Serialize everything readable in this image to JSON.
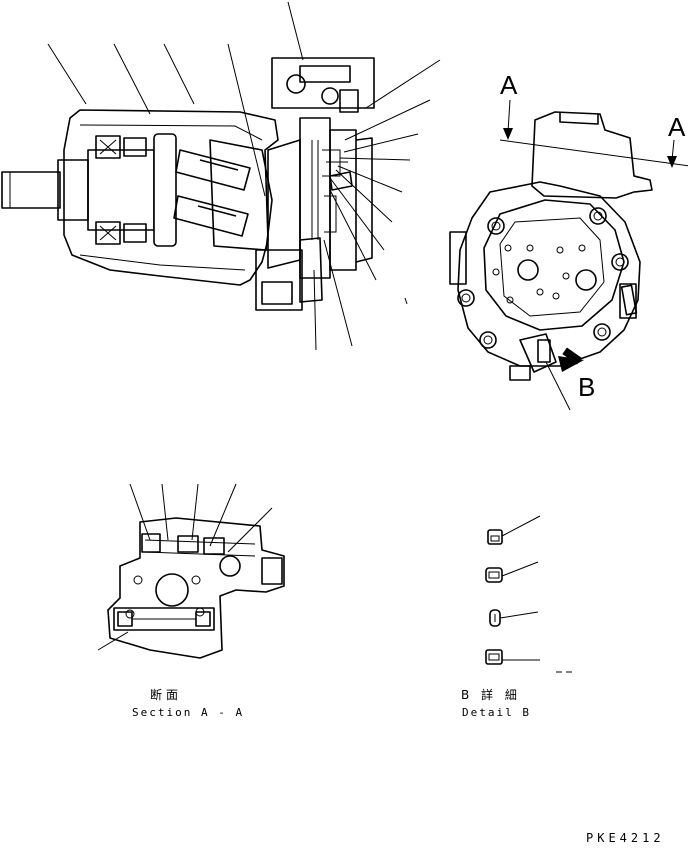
{
  "callouts": {
    "section_letter_left": "A",
    "section_letter_right": "A",
    "detail_letter": "B"
  },
  "captions": {
    "section_jp": "断面",
    "section_en": "Section A - A",
    "detail_jp": "B 詳 細",
    "detail_en": "Detail B"
  },
  "drawing_code": "PKE4212",
  "colors": {
    "line": "#000000",
    "background": "#ffffff"
  }
}
